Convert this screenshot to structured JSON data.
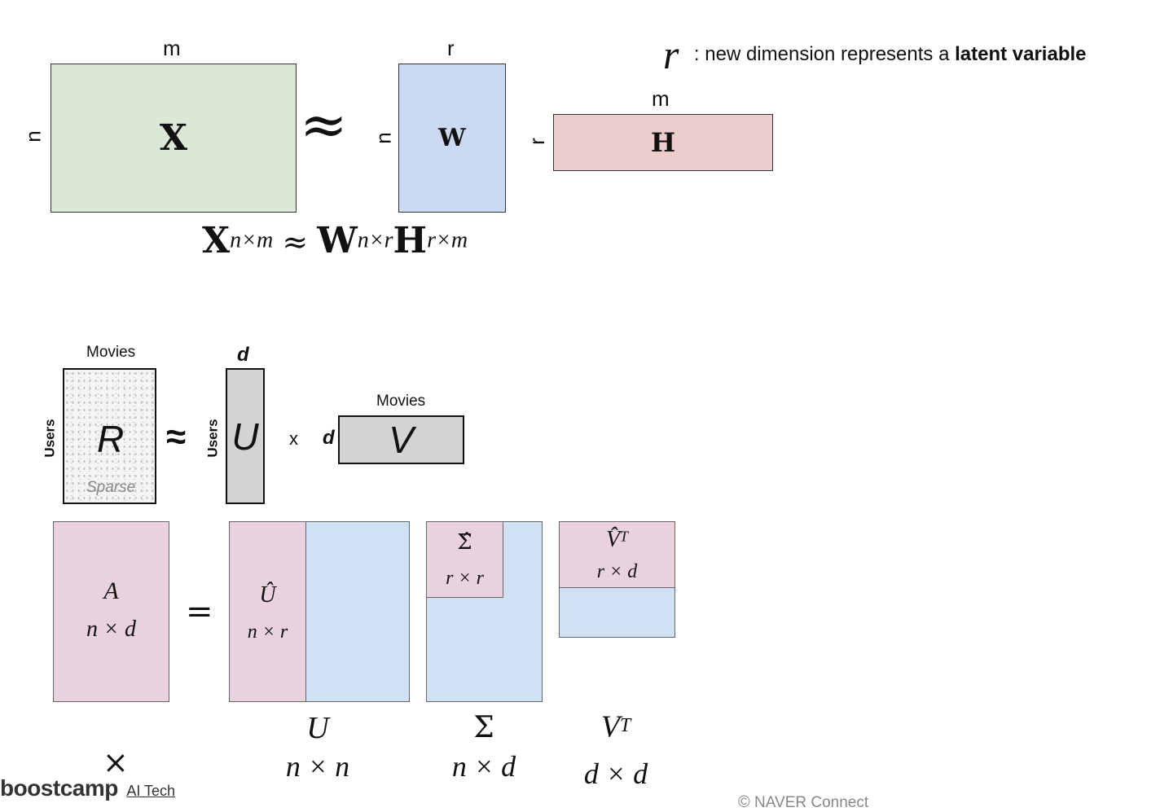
{
  "nmf": {
    "x_matrix": {
      "label": "X",
      "col_dim": "m",
      "row_dim": "n",
      "color": "#dce8d6"
    },
    "approx_symbol": "≈",
    "w_matrix": {
      "label": "W",
      "col_dim": "r",
      "row_dim": "n",
      "color": "#ccd9f3"
    },
    "h_matrix": {
      "label": "H",
      "col_dim": "m",
      "row_dim": "r",
      "color": "#eccccc"
    },
    "note": {
      "symbol": "r",
      "text": ": new dimension represents a ",
      "bold": "latent variable"
    },
    "equation": {
      "X": "X",
      "X_sup": "n×m",
      "approx": "≈",
      "W": "W",
      "W_sup": "n×r",
      "H": "H",
      "H_sup": "r×m"
    }
  },
  "mf": {
    "r_matrix": {
      "label": "R",
      "top": "Movies",
      "side": "Users",
      "sub": "Sparse"
    },
    "approx_symbol": "≈",
    "u_matrix": {
      "label": "U",
      "top": "d",
      "side": "Users"
    },
    "times": "x",
    "v_matrix": {
      "label": "V",
      "top": "Movies",
      "side": "d"
    }
  },
  "svd": {
    "a": {
      "label": "A",
      "dims": "n × d"
    },
    "equals": "=",
    "u_hat": {
      "label": "Û",
      "dims": "n × r"
    },
    "sigma_hat": {
      "label": "Σ̂",
      "dims": "r × r"
    },
    "vt_hat": {
      "label": "V̂",
      "sup": "T",
      "dims": "r × d"
    },
    "captions": [
      {
        "label": "U",
        "sup": "",
        "dims": "n × n"
      },
      {
        "label": "Σ",
        "sup": "",
        "dims": "n × d"
      },
      {
        "label": "V",
        "sup": "T",
        "dims": "d × d"
      }
    ],
    "times": "×",
    "colors": {
      "pink": "#e9d2de",
      "blue": "#cfe1f3"
    }
  },
  "footer": {
    "brand": "boostcamp",
    "brand_sub": "AI Tech",
    "copyright_symbol": "©",
    "copyright": "NAVER Connect"
  }
}
